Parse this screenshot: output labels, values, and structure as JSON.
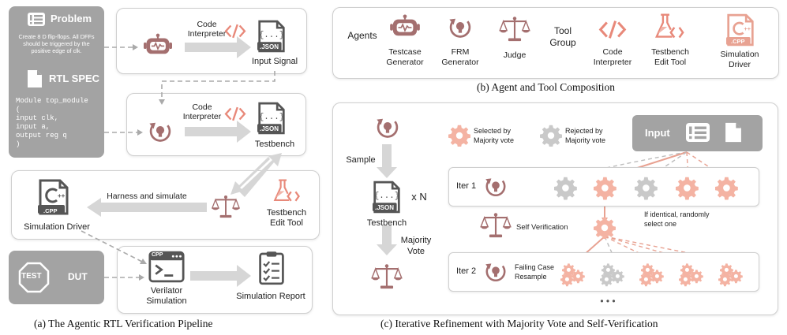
{
  "left": {
    "problem_title": "Problem",
    "problem_text": [
      "Create 8 D flip-flops. All DFFs",
      "should be triggered by the",
      "positive edge of clk."
    ],
    "spec_title": "RTL SPEC",
    "spec_code": [
      "Module top_module",
      "(",
      "input clk,",
      "input a,",
      "output reg q",
      ")"
    ],
    "dut_label": "DUT",
    "test_icon_text": "TEST",
    "code_interpreter": [
      "Code",
      "Interpreter"
    ],
    "json_tag": ".JSON",
    "input_signal": "Input Signal",
    "testbench": "Testbench",
    "harness": "Harness and simulate",
    "sim_driver": "Simulation Driver",
    "cpp_tag": ".CPP",
    "tb_edit_tool": [
      "Testbench",
      "Edit Tool"
    ],
    "cpp_window": "CPP",
    "verilator": [
      "Verilator",
      "Simulation"
    ],
    "sim_report": "Simulation Report",
    "caption": "(a) The Agentic RTL Verification Pipeline"
  },
  "topright": {
    "agents_label": "Agents",
    "tool_group_label": [
      "Tool",
      "Group"
    ],
    "testcase_generator": [
      "Testcase",
      "Generator"
    ],
    "frm_generator": [
      "FRM",
      "Generator"
    ],
    "judge": "Judge",
    "code_interpreter": [
      "Code",
      "Interpreter"
    ],
    "tb_edit_tool": [
      "Testbench",
      "Edit Tool"
    ],
    "sim_driver": [
      "Simulation",
      "Driver"
    ],
    "cpp_tag": ".CPP",
    "caption": "(b) Agent and Tool Composition"
  },
  "bottomright": {
    "sample": "Sample",
    "json_tag": ".JSON",
    "times_n": "x N",
    "testbench": "Testbench",
    "majority_vote": [
      "Majority",
      "Vote"
    ],
    "selected_legend": [
      "Selected by",
      "Majority vote"
    ],
    "rejected_legend": [
      "Rejected by",
      "Majority vote"
    ],
    "input_label": "Input",
    "iter1": "Iter 1",
    "iter2": "Iter 2",
    "self_verification": "Self Verification",
    "identical_note": [
      "If identical, randomly",
      "select one"
    ],
    "failing_case": [
      "Failing Case",
      "Resample"
    ],
    "ellipsis": "• • •",
    "caption": "(c) Iterative Refinement with Majority Vote and Self-Verification"
  },
  "colors": {
    "accent": "#e8a292",
    "accent_dark": "#b07a7a",
    "gray_dark": "#555555",
    "gray_panel": "#a3a3a3",
    "arrow": "#d6d6d6"
  }
}
